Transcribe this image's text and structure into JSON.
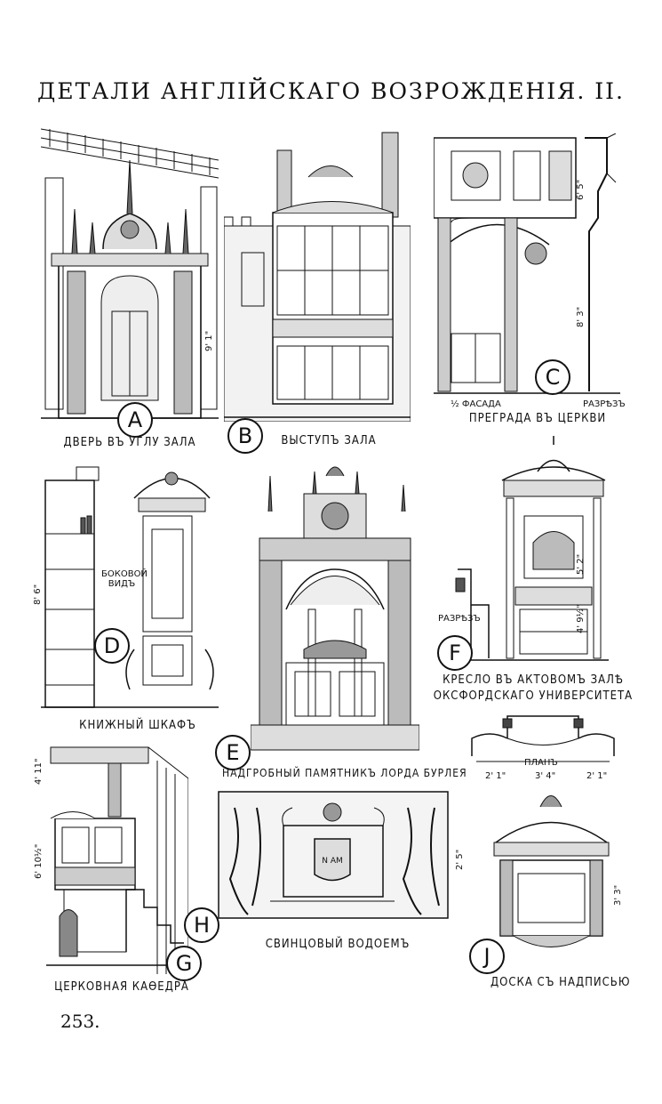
{
  "title": "ДЕТАЛИ АНГЛІЙСКАГО ВОЗРОЖДЕНІЯ. II.",
  "page_number": "253.",
  "figures": {
    "A": {
      "letter": "A",
      "caption": "ДВЕРЬ ВЪ УГЛУ ЗАЛА",
      "dims": {
        "height": "9' 1\""
      }
    },
    "B": {
      "letter": "B",
      "caption": "ВЫСТУПЪ ЗАЛА"
    },
    "C": {
      "letter": "C",
      "caption": "ПРЕГРАДА ВЪ ЦЕРКВИ",
      "facade": "½ ФАСАДА",
      "section": "РАЗРѢЗЪ",
      "dims": {
        "top": "6' 5\"",
        "height": "8' 3\""
      }
    },
    "D": {
      "letter": "D",
      "caption": "КНИЖНЫЙ ШКАФЪ",
      "side": "БОКОВОЙ ВИДЪ",
      "dims": {
        "height": "8' 6\""
      }
    },
    "E": {
      "letter": "E",
      "caption": "НАДГРОБНЫЙ ПАМЯТНИКЪ ЛОРДА БУРЛЕЯ"
    },
    "F": {
      "letter": "F",
      "caption_line1": "КРЕСЛО ВЪ АКТОВОМЪ ЗАЛѢ",
      "caption_line2": "ОКСФОРДСКАГО УНИВЕРСИТЕТА",
      "section": "РАЗРѢЗЪ",
      "plan": "ПЛАНЪ",
      "dims": {
        "upper": "5' 2\"",
        "lower": "4' 9½\"",
        "plan_left": "2' 1\"",
        "plan_mid": "3' 4\"",
        "plan_right": "2' 1\""
      }
    },
    "G": {
      "letter": "G",
      "caption": "ЦЕРКОВНАЯ КАѲЕДРА",
      "dims": {
        "upper": "4' 11\"",
        "lower": "6' 10½\""
      }
    },
    "H": {
      "letter": "H",
      "caption": "СВИНЦОВЫЙ ВОДОЕМЪ",
      "monogram": "N AM",
      "dims": {
        "height": "2' 5\""
      }
    },
    "J": {
      "letter": "J",
      "caption": "ДОСКА СЪ НАДПИСЬЮ",
      "dims": {
        "height": "3' 3\""
      }
    }
  }
}
